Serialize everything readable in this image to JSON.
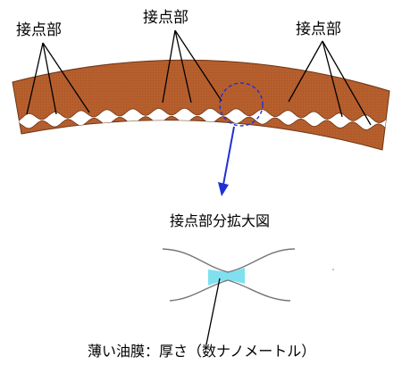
{
  "labels": {
    "contact_left": "接点部",
    "contact_mid": "接点部",
    "contact_right": "接点部",
    "enlarged_view": "接点部分拡大図",
    "oil_film": "薄い油膜：厚さ（数ナノメートル）"
  },
  "colors": {
    "band": "#b65f2d",
    "band_stroke": "#6e3516",
    "oil_film": "#7fe0f0",
    "magnifier": "#1f2fd6",
    "leader_line": "#000000"
  }
}
